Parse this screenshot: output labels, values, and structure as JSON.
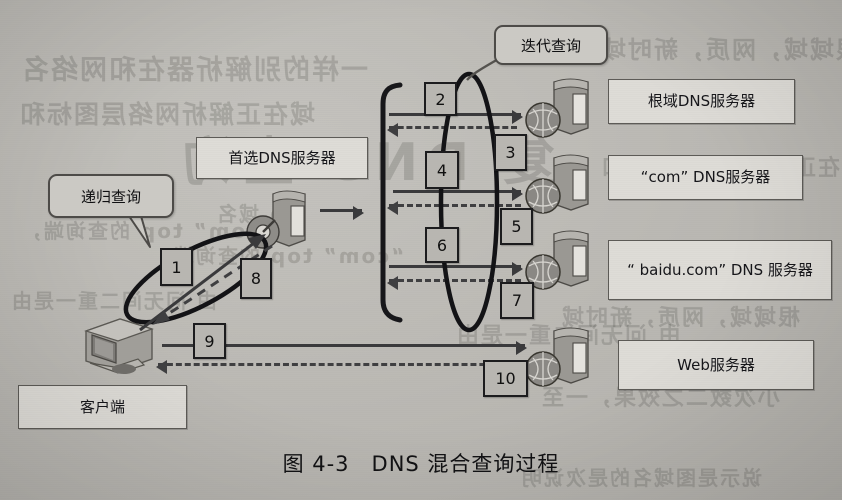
{
  "figure": {
    "caption": "图 4-3　DNS 混合查询过程",
    "background_color": "#bcbab5",
    "ink_color": "#1c1c1e",
    "box_fill": "#dedcd7",
    "numbox_fill": "#b8b6b1",
    "callout_fill": "#cbc9c4"
  },
  "callouts": [
    {
      "id": "recursive",
      "label": "递归查询"
    },
    {
      "id": "iterative",
      "label": "迭代查询"
    }
  ],
  "nodes": [
    {
      "id": "client",
      "label": "客户端"
    },
    {
      "id": "local-dns",
      "label": "首选DNS服务器"
    },
    {
      "id": "root-dns",
      "label": "根域DNS服务器"
    },
    {
      "id": "com-dns",
      "label": "“com” DNS服务器"
    },
    {
      "id": "baidu-dns",
      "label": "“ baidu.com” DNS 服务器"
    },
    {
      "id": "web-server",
      "label": "Web服务器"
    }
  ],
  "steps": [
    {
      "n": "1",
      "kind": "query",
      "from": "client",
      "to": "local-dns"
    },
    {
      "n": "2",
      "kind": "query",
      "from": "local-dns",
      "to": "root-dns"
    },
    {
      "n": "3",
      "kind": "response",
      "from": "root-dns",
      "to": "local-dns"
    },
    {
      "n": "4",
      "kind": "query",
      "from": "local-dns",
      "to": "com-dns"
    },
    {
      "n": "5",
      "kind": "response",
      "from": "com-dns",
      "to": "local-dns"
    },
    {
      "n": "6",
      "kind": "query",
      "from": "local-dns",
      "to": "baidu-dns"
    },
    {
      "n": "7",
      "kind": "response",
      "from": "baidu-dns",
      "to": "local-dns"
    },
    {
      "n": "8",
      "kind": "response",
      "from": "local-dns",
      "to": "client"
    },
    {
      "n": "9",
      "kind": "query",
      "from": "client",
      "to": "web-server"
    },
    {
      "n": "10",
      "kind": "response",
      "from": "web-server",
      "to": "client"
    }
  ],
  "bleed_text": [
    {
      "id": "b1",
      "text": "一样的别解析器在和网络名"
    },
    {
      "id": "b2",
      "text": "域在正解析网络层图标和"
    },
    {
      "id": "b3",
      "text": "复 DNS 查询"
    },
    {
      "id": "b4",
      "text": "ip  域名"
    },
    {
      "id": "b5",
      "text": "“com”  top  的查询端，"
    },
    {
      "id": "b6",
      "text": "由  问无间二重一是由"
    },
    {
      "id": "b7",
      "text": "根域域，网质，新时域"
    },
    {
      "id": "b8",
      "text": "小次数二之效果，一至"
    },
    {
      "id": "b9",
      "text": "说示是图域名的是次说明"
    }
  ]
}
